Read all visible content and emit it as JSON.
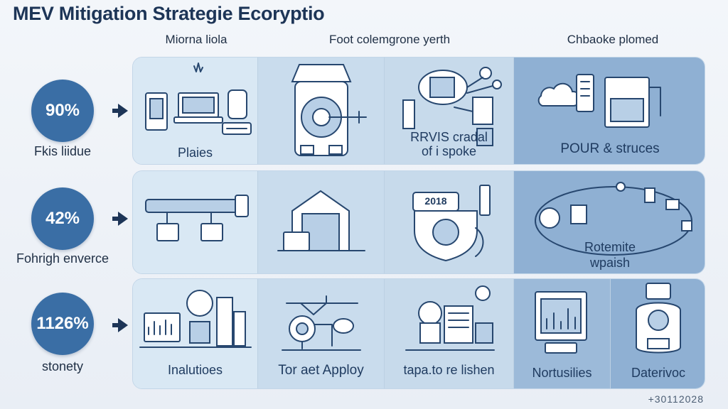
{
  "title": "MEV Mitigation Strategie Ecoryptio",
  "columns": [
    "Miorna liola",
    "Foot colemgrone yerth",
    "Chbaoke plomed"
  ],
  "rows": [
    {
      "percent": "90%",
      "label": "Fkis liidue",
      "cells": [
        "Plaies",
        "",
        "RRVIS cradal\nof i spoke",
        "POUR & struces"
      ]
    },
    {
      "percent": "42%",
      "label": "Fohrigh enverce",
      "cells": [
        "",
        "",
        "2018",
        "Rotemite\nwpaish"
      ]
    },
    {
      "percent": "1126%",
      "label": "stonety",
      "cells": [
        "Inalutioes",
        "Tor aet Apploy",
        "tapa.to re lishen",
        "Nortusilies",
        "Daterivoc"
      ]
    }
  ],
  "footer": "+30112028",
  "colors": {
    "circle": "#3a6ea5",
    "row_light": "#dce9f4",
    "row_mid": "#c9dced",
    "row_dark": "#8fb0d3",
    "title": "#1d3557"
  },
  "icons": [
    "devices-icon",
    "safe-vault-icon",
    "document-network-icon",
    "server-cloud-icon",
    "pipeline-icon",
    "warehouse-icon",
    "shield-badge-icon",
    "network-loop-icon",
    "lab-equipment-icon",
    "target-icon",
    "worker-desk-icon",
    "monitor-chart-icon",
    "robot-icon"
  ]
}
